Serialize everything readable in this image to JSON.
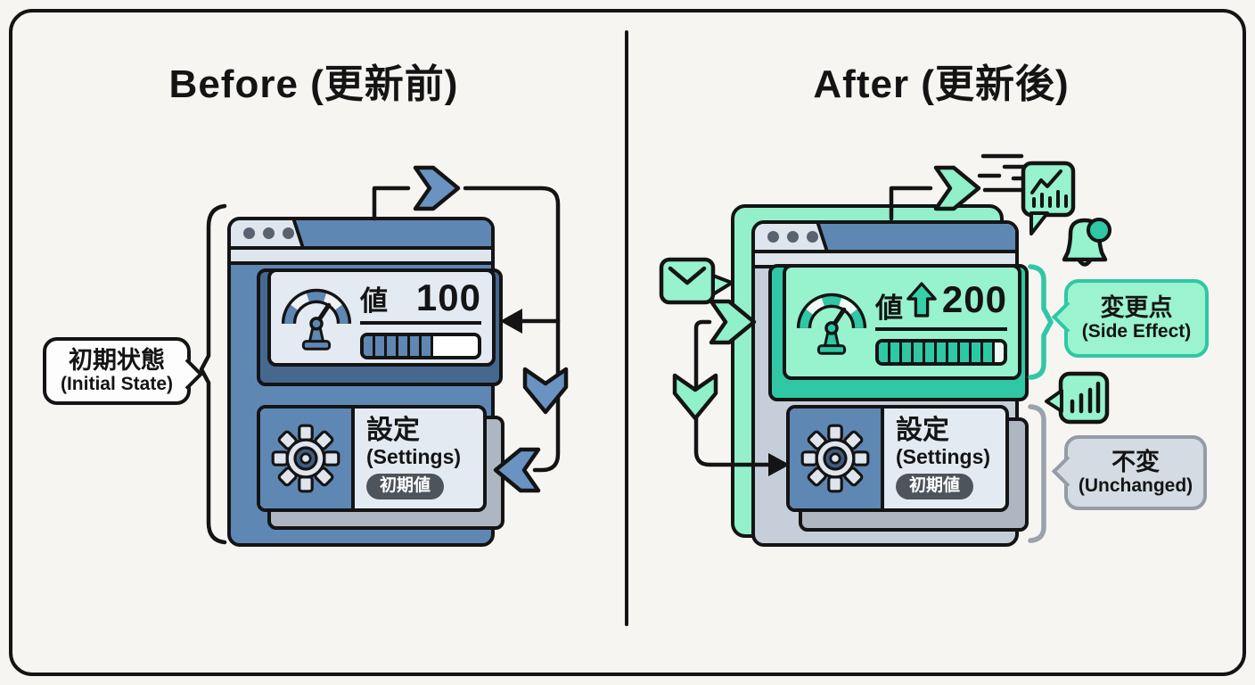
{
  "diagram": {
    "type": "before-after-state-diagram",
    "language": "Japanese/English"
  },
  "colors": {
    "background": "#f7f5f2",
    "ink": "#141414",
    "blue": "#5f87b4",
    "blue_dark": "#46688f",
    "blue_chevron": "#6a93c1",
    "panel_light": "#e4eaf1",
    "titlebar_light": "#dfe5ec",
    "mint": "#97f2ce",
    "teal": "#2fc7a4",
    "window_gray": "#c6ced9",
    "shadow_gray": "#aeb7c1",
    "bubble_gray": "#d4dbe2",
    "bubble_gray_border": "#939ca7",
    "badge_bg": "#4e545b",
    "badge_text": "#ffffff",
    "white": "#ffffff"
  },
  "left": {
    "title": "Before (更新前)",
    "label_bubble": {
      "line1": "初期状態",
      "line2": "(Initial State)"
    },
    "window": {
      "titlebar_dots": 3,
      "value_panel": {
        "label": "値",
        "value": "100",
        "progress": {
          "filled": 6,
          "total": 11
        }
      },
      "settings_panel": {
        "title": "設定",
        "subtitle": "(Settings)",
        "badge": "初期値"
      }
    }
  },
  "right": {
    "title": "After (更新後)",
    "window": {
      "titlebar_dots": 3,
      "value_panel": {
        "label": "値",
        "value": "200",
        "change_arrow": "up",
        "progress": {
          "filled": 10,
          "total": 11
        }
      },
      "settings_panel": {
        "title": "設定",
        "subtitle": "(Settings)",
        "badge": "初期値"
      }
    },
    "change_bubble": {
      "line1": "変更点",
      "line2": "(Side Effect)"
    },
    "unchanged_bubble": {
      "line1": "不変",
      "line2": "(Unchanged)"
    },
    "decor_icons": [
      "envelope-icon",
      "speed-lines",
      "chart-speech-bubble-icon",
      "bell-notification-icon",
      "bar-chart-speech-bubble-icon"
    ]
  }
}
